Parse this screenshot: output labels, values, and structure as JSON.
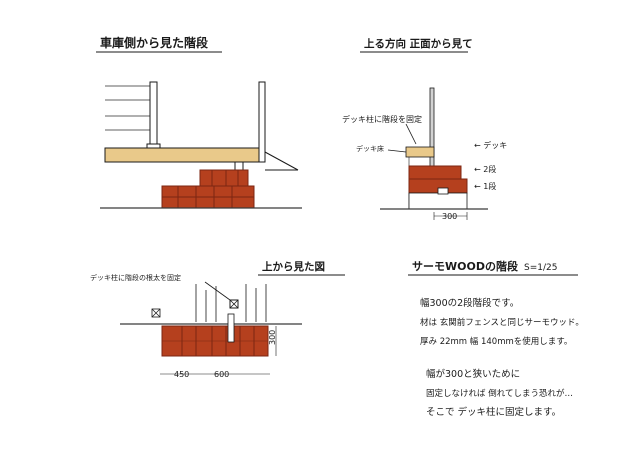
{
  "views": {
    "garage_side": {
      "title": "車庫側から見た階段"
    },
    "front": {
      "title": "上る方向 正面から見て",
      "callout": "デッキ柱に階段を固定",
      "deck_label": "デッキ床",
      "labels": [
        "← デッキ",
        "← 2段",
        "← 1段"
      ],
      "dim": "300"
    },
    "top": {
      "title": "上から見た図",
      "callout": "デッキ柱に階段の根太を固定",
      "dim_right": "300",
      "dims_bottom": [
        "450",
        "600"
      ]
    }
  },
  "notes": {
    "title": "サーモWOODの階段",
    "scale": "S=1/25",
    "lines": [
      "幅300の2段階段です。",
      "材は 玄関前フェンスと同じサーモウッド。",
      "厚み 22mm 幅 140mmを使用します。",
      "",
      "幅が300と狭いために",
      "固定しなければ 倒れてしまう恐れが…",
      "そこで デッキ柱に固定します。"
    ]
  },
  "colors": {
    "wood": "#b5401e",
    "wood_dark": "#7c2612",
    "deck": "#e9c98a",
    "ground": "#3a3a3a",
    "post_gray": "#d2d2d2"
  }
}
